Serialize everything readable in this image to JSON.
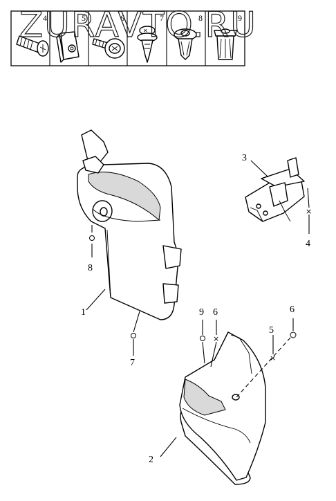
{
  "watermark": "ZURAVTO.RU",
  "legend": {
    "cells": [
      {
        "num": "4",
        "icon": "bolt-icon"
      },
      {
        "num": "5",
        "icon": "clip-nut-icon"
      },
      {
        "num": "6",
        "icon": "flange-screw-icon"
      },
      {
        "num": "7",
        "icon": "push-rivet-icon"
      },
      {
        "num": "8",
        "icon": "plastic-clip-icon"
      },
      {
        "num": "9",
        "icon": "push-nut-icon"
      }
    ]
  },
  "callouts": {
    "c1": "1",
    "c2": "2",
    "c3": "3",
    "c4": "4",
    "c5": "5",
    "c6a": "6",
    "c6b": "6",
    "c7": "7",
    "c8": "8",
    "c9": "9"
  }
}
